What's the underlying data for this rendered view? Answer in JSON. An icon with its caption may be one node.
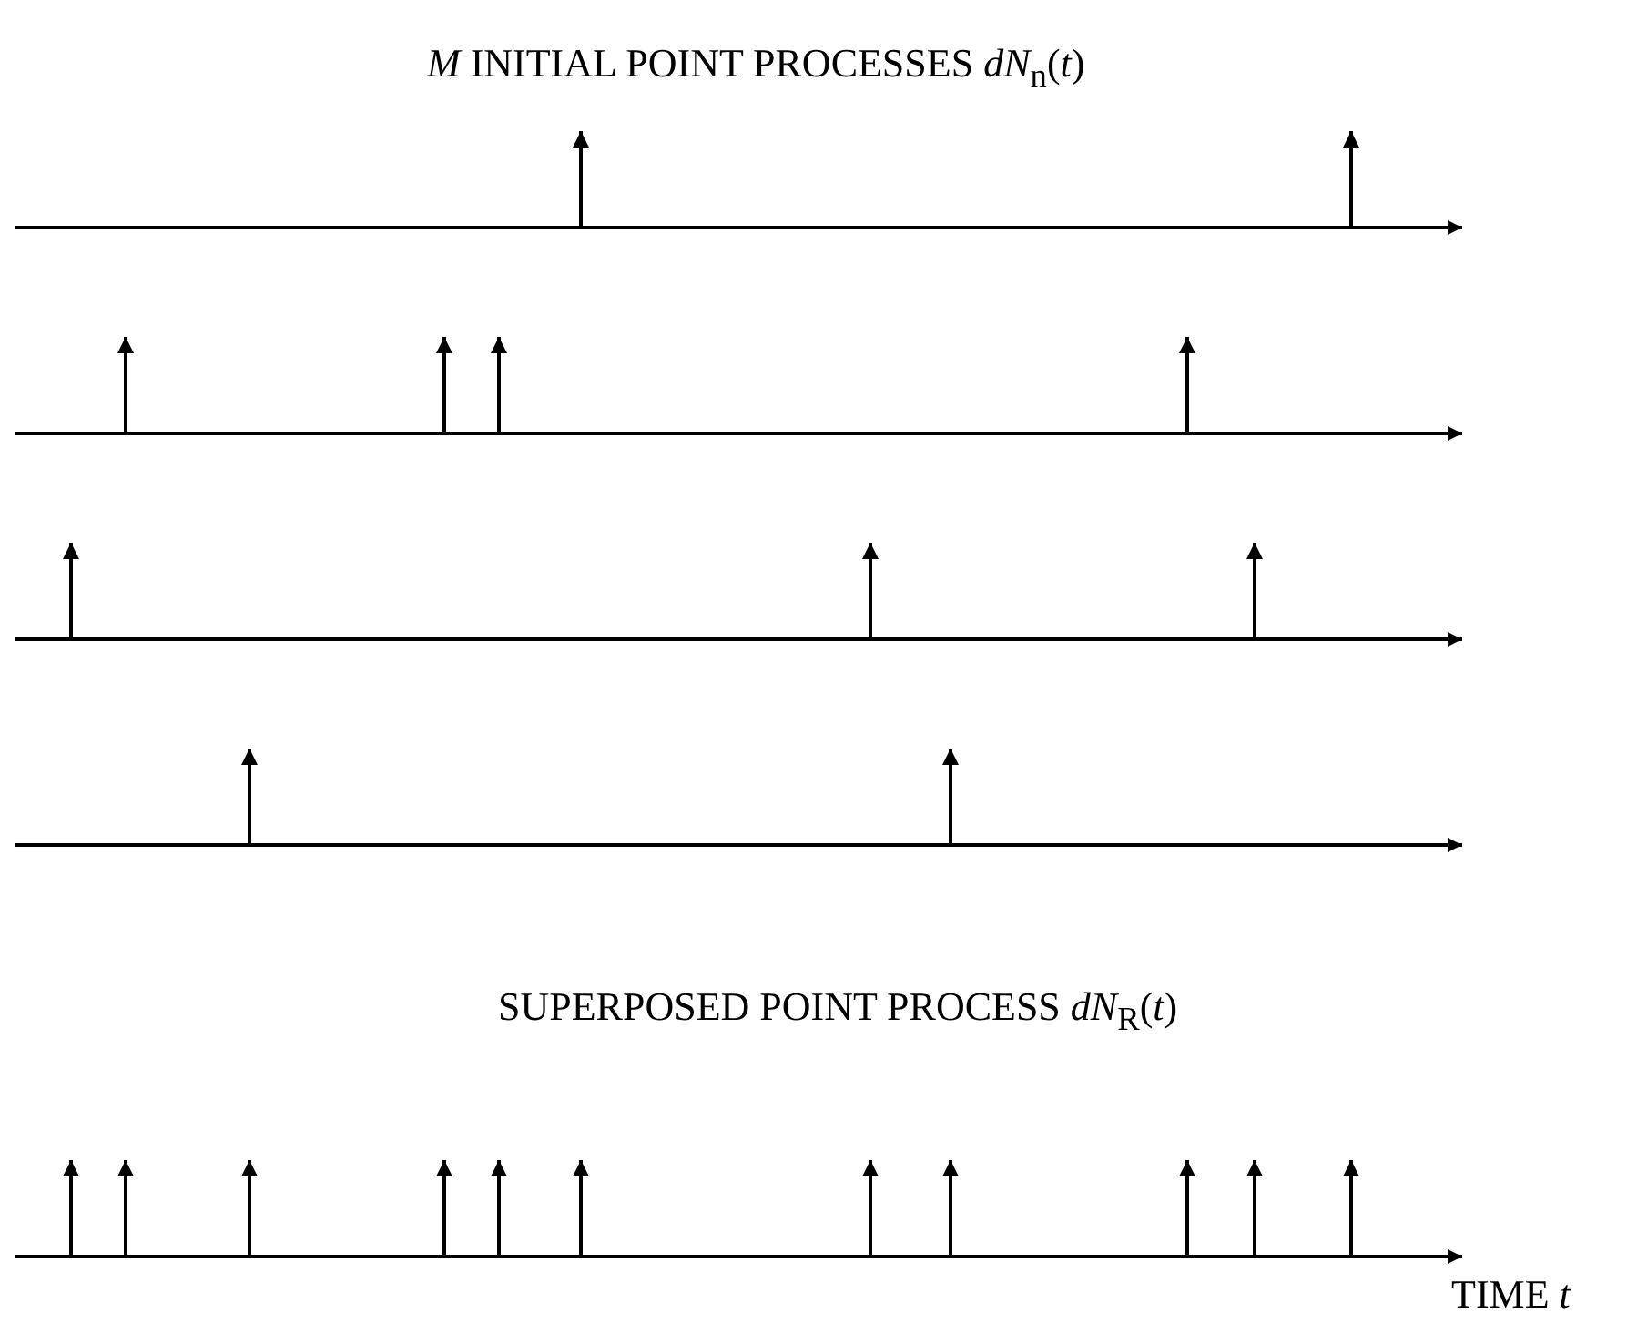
{
  "diagram": {
    "title": "*M* INITIAL POINT PROCESSES *dN*$_{n}$(*t*)",
    "labels": [
      "SUPERPOSED POINT PROCESS *dN*$_{R}$(*t*)",
      "TIME *t*"
    ]
  }
}
